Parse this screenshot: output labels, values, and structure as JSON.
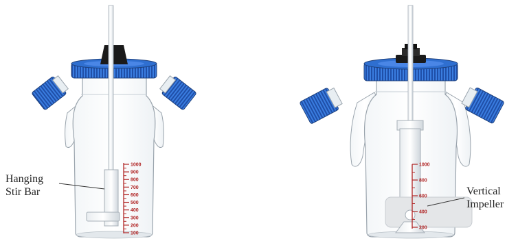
{
  "left_vessel": {
    "callout_line1": "Hanging",
    "callout_line2": "Stir Bar",
    "graduations": [
      "1000",
      "900",
      "800",
      "700",
      "600",
      "500",
      "400",
      "300",
      "200",
      "100"
    ]
  },
  "right_vessel": {
    "callout_line1": "Vertical",
    "callout_line2": "Impeller",
    "graduations": [
      "1000",
      "800",
      "600",
      "400",
      "200"
    ]
  },
  "colors": {
    "cap_blue": "#2f6fd0",
    "cap_dark_blue": "#1d3f7a",
    "stopper_black": "#1a1a1a",
    "graduation_red": "#b02424",
    "glass_outline": "#9aa4ad"
  }
}
